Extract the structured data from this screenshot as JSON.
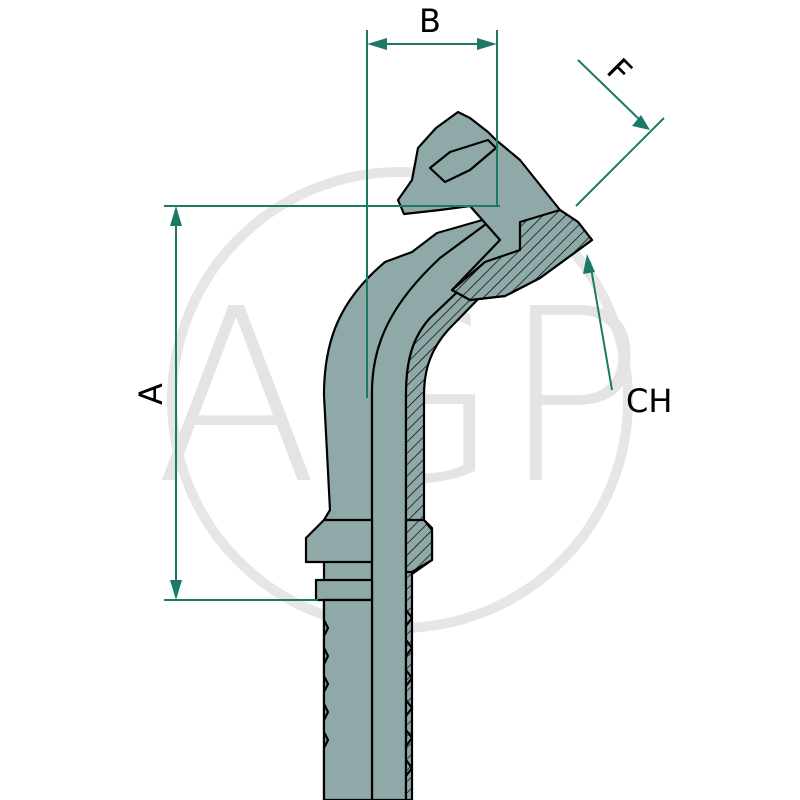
{
  "watermark": {
    "text": "AGP",
    "color": "#e4e4e4"
  },
  "dimensions": {
    "a": "A",
    "b": "B",
    "f": "F",
    "ch": "CH"
  },
  "colors": {
    "body": "#8fa9a9",
    "dimension_line": "#1a7a66",
    "outline": "#000000",
    "background": "#ffffff"
  }
}
